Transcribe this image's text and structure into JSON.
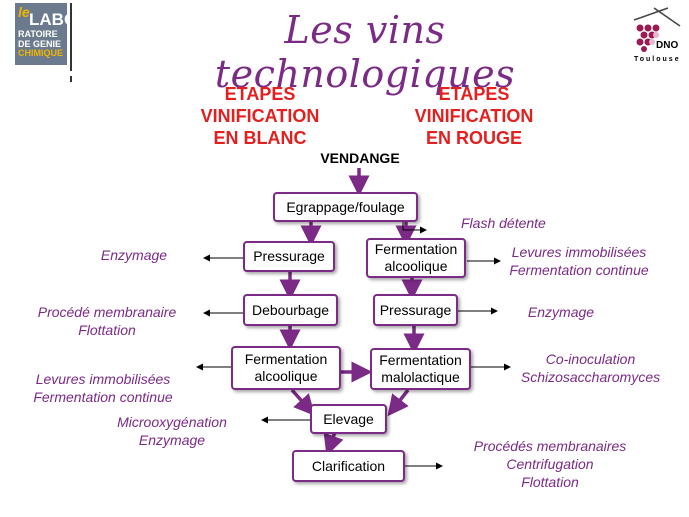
{
  "title": "Les vins technologiques",
  "header_left": "ETAPES\nVINIFICATION\nEN BLANC",
  "header_right": "ETAPES\nVINIFICATION\nEN ROUGE",
  "start_label": "VENDANGE",
  "logo_left": {
    "le": "le",
    "labo": "LABO",
    "ratoire": "RATOIRE",
    "de_genie": "DE GENIE",
    "chimique": "CHIMIQUE"
  },
  "logo_right": {
    "dno": "DNO",
    "toulouse": "Toulouse"
  },
  "boxes": {
    "egrappage": "Egrappage/foulage",
    "pressurage_blanc": "Pressurage",
    "fermentation_rouge": "Fermentation\nalcoolique",
    "debourbage": "Debourbage",
    "pressurage_rouge": "Pressurage",
    "fermentation_blanc": "Fermentation\nalcoolique",
    "malolactique": "Fermentation\nmalolactique",
    "elevage": "Elevage",
    "clarification": "Clarification"
  },
  "notes": {
    "flash": "Flash détente",
    "enzymage_1": "Enzymage",
    "levures_right": "Levures immobilisées\nFermentation continue",
    "procede_left": "Procédé membranaire\nFlottation",
    "enzymage_2": "Enzymage",
    "levures_left": "Levures immobilisées\nFermentation continue",
    "coinoculation": "Co-inoculation\nSchizosaccharomyces",
    "micro": "Microoxygénation\nEnzymage",
    "procedes_right": "Procédés membranaires\nCentrifugation\nFlottation"
  },
  "colors": {
    "title": "#7b2a86",
    "header": "#e32020",
    "box_border": "#7b2a86",
    "arrow": "#7b2a86"
  }
}
